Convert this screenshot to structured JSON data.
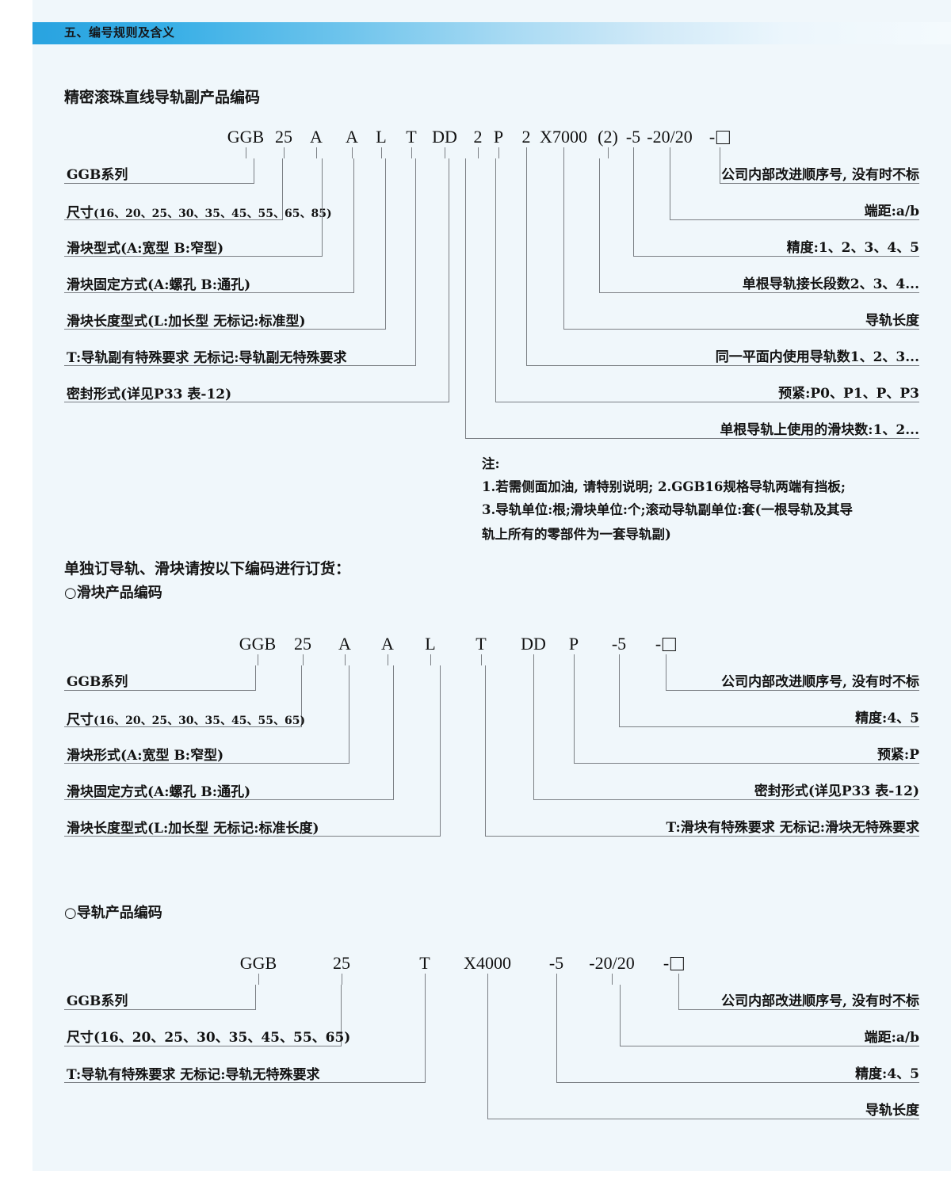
{
  "header": {
    "title": "五、编号规则及含义"
  },
  "section1": {
    "title": "精密滚珠直线导轨副产品编码",
    "code_tokens": [
      "GGB",
      "25",
      "A",
      "A",
      "L",
      "T",
      "DD",
      "2",
      "P",
      "2",
      "X7000",
      "(2)",
      "-5",
      "-20/20",
      "-"
    ],
    "left_labels": [
      "GGB系列",
      "尺寸(16、20、25、30、35、45、55、65、85)",
      "滑块型式(A:宽型  B:窄型)",
      "滑块固定方式(A:螺孔  B:通孔)",
      "滑块长度型式(L:加长型  无标记:标准型)",
      "T:导轨副有特殊要求  无标记:导轨副无特殊要求",
      "密封形式(详见P33 表-12)"
    ],
    "left_label_main": "尺寸",
    "left_label_sizes": "(16、20、25、30、35、45、55、65、85)",
    "right_labels": [
      "公司内部改进顺序号, 没有时不标",
      "端距:a/b",
      "精度:1、2、3、4、5",
      "单根导轨接长段数2、3、4...",
      "导轨长度",
      "同一平面内使用导轨数1、2、3...",
      "预紧:P0、P1、P、P3",
      "单根导轨上使用的滑块数:1、2..."
    ],
    "note": {
      "head": "注:",
      "line1": "1.若需侧面加油, 请特别说明;   2.GGB16规格导轨两端有挡板;",
      "line2": "3.导轨单位:根;滑块单位:个;滚动导轨副单位:套(一根导轨及其导",
      "line3": "轨上所有的零部件为一套导轨副)"
    }
  },
  "section2": {
    "intro": "单独订导轨、滑块请按以下编码进行订货：",
    "title": "○滑块产品编码",
    "code_tokens": [
      "GGB",
      "25",
      "A",
      "A",
      "L",
      "T",
      "DD",
      "P",
      "-5",
      "-"
    ],
    "left_labels": [
      "GGB系列",
      "尺寸(16、20、25、30、35、45、55、65)",
      "滑块形式(A:宽型  B:窄型)",
      "滑块固定方式(A:螺孔  B:通孔)",
      "滑块长度型式(L:加长型  无标记:标准长度)"
    ],
    "left_label_main": "尺寸",
    "left_label_sizes": "(16、20、25、30、35、45、55、65)",
    "right_labels": [
      "公司内部改进顺序号, 没有时不标",
      "精度:4、5",
      "预紧:P",
      "密封形式(详见P33 表-12)",
      "T:滑块有特殊要求  无标记:滑块无特殊要求"
    ]
  },
  "section3": {
    "title": "○导轨产品编码",
    "code_tokens": [
      "GGB",
      "25",
      "T",
      "X4000",
      "-5",
      "-20/20",
      "-"
    ],
    "left_labels": [
      "GGB系列",
      "尺寸(16、20、25、30、35、45、55、65)",
      "T:导轨有特殊要求  无标记:导轨无特殊要求"
    ],
    "right_labels": [
      "公司内部改进顺序号, 没有时不标",
      "端距:a/b",
      "精度:4、5",
      "导轨长度"
    ]
  },
  "colors": {
    "accent": "#29a3e0",
    "paper": "#f0f7fb",
    "line": "#7b7f84",
    "text": "#131313"
  }
}
